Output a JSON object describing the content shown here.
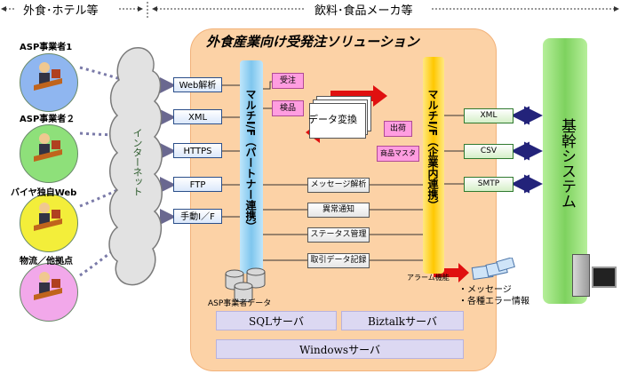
{
  "header": {
    "left": "外食･ホテル等",
    "right": "飲料･食品メーカ等"
  },
  "title": "外食産業向け受発注ソリューション",
  "actors": [
    {
      "label": "ASP事業者1",
      "color": "#8fb6f0"
    },
    {
      "label": "ASP事業者２",
      "color": "#8ee07a"
    },
    {
      "label": "バイヤ独自Web",
      "color": "#f3ee3a"
    },
    {
      "label": "物流／他拠点",
      "color": "#f2a8ea"
    }
  ],
  "internet": {
    "label": "インターネット"
  },
  "protocols": [
    "Web解析",
    "XML",
    "HTTPS",
    "FTP",
    "手動I／F"
  ],
  "partner_if": {
    "label": "マルチI/F（パートナー連携）",
    "color": "#8ccdf2"
  },
  "enterprise_if": {
    "label": "マルチI/F（企業内連携）",
    "color": "#ffd21c"
  },
  "flow": {
    "order": "受注",
    "inspect": "検品",
    "convert": "データ変換",
    "ship": "出荷",
    "master": "商品マスタ"
  },
  "functions": [
    "メッセージ解析",
    "異常通知",
    "ステータス管理",
    "取引データ記録"
  ],
  "db_label": "ASP事業者データ",
  "alarm": {
    "label": "アラーム機能",
    "lines": [
      "・メッセージ",
      "・各種エラー情報"
    ]
  },
  "outputs": [
    "XML",
    "CSV",
    "SMTP"
  ],
  "core": {
    "label": "基幹システム"
  },
  "servers": {
    "sql": "SQLサーバ",
    "biztalk": "Biztalkサーバ",
    "windows": "Windowsサーバ"
  },
  "colors": {
    "panel": "#fcd2a6",
    "core": "#86dc6e",
    "arrow_red": "#e01010",
    "arrow_blue": "#23237a"
  }
}
